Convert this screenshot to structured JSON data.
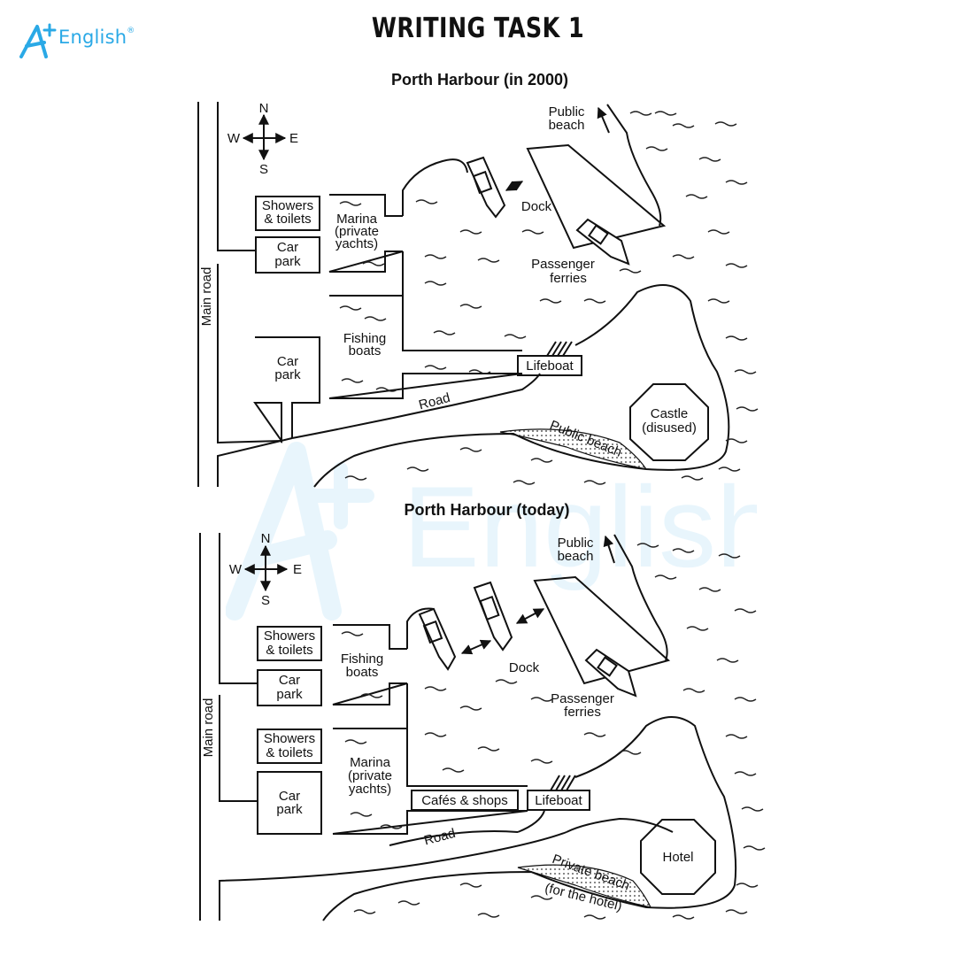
{
  "header": {
    "logo_text": "English",
    "logo_reg": "®",
    "title": "WRITING TASK 1"
  },
  "watermark": {
    "text": "English"
  },
  "maps": [
    {
      "title": "Porth Harbour (in 2000)",
      "compass": {
        "n": "N",
        "s": "S",
        "e": "E",
        "w": "W"
      },
      "labels": {
        "main_road": "Main road",
        "showers_1": "Showers",
        "showers_2": "& toilets",
        "carpark_a_1": "Car",
        "carpark_a_2": "park",
        "marina_1": "Marina",
        "marina_2": "(private",
        "marina_3": "yachts)",
        "fishing_1": "Fishing",
        "fishing_2": "boats",
        "carpark_b_1": "Car",
        "carpark_b_2": "park",
        "lifeboat": "Lifeboat",
        "road": "Road",
        "dock": "Dock",
        "ferries_1": "Passenger",
        "ferries_2": "ferries",
        "public_beach_1": "Public",
        "public_beach_2": "beach",
        "castle_1": "Castle",
        "castle_2": "(disused)",
        "south_beach": "Public beach"
      }
    },
    {
      "title": "Porth Harbour (today)",
      "compass": {
        "n": "N",
        "s": "S",
        "e": "E",
        "w": "W"
      },
      "labels": {
        "main_road": "Main road",
        "showers_a_1": "Showers",
        "showers_a_2": "& toilets",
        "carpark_a_1": "Car",
        "carpark_a_2": "park",
        "showers_b_1": "Showers",
        "showers_b_2": "& toilets",
        "carpark_b_1": "Car",
        "carpark_b_2": "park",
        "fishing_1": "Fishing",
        "fishing_2": "boats",
        "marina_1": "Marina",
        "marina_2": "(private",
        "marina_3": "yachts)",
        "cafes": "Cafés & shops",
        "lifeboat": "Lifeboat",
        "road": "Road",
        "dock": "Dock",
        "ferries_1": "Passenger",
        "ferries_2": "ferries",
        "public_beach_1": "Public",
        "public_beach_2": "beach",
        "hotel": "Hotel",
        "private_beach": "Private beach",
        "hotel_note": "(for the hotel)"
      }
    }
  ]
}
